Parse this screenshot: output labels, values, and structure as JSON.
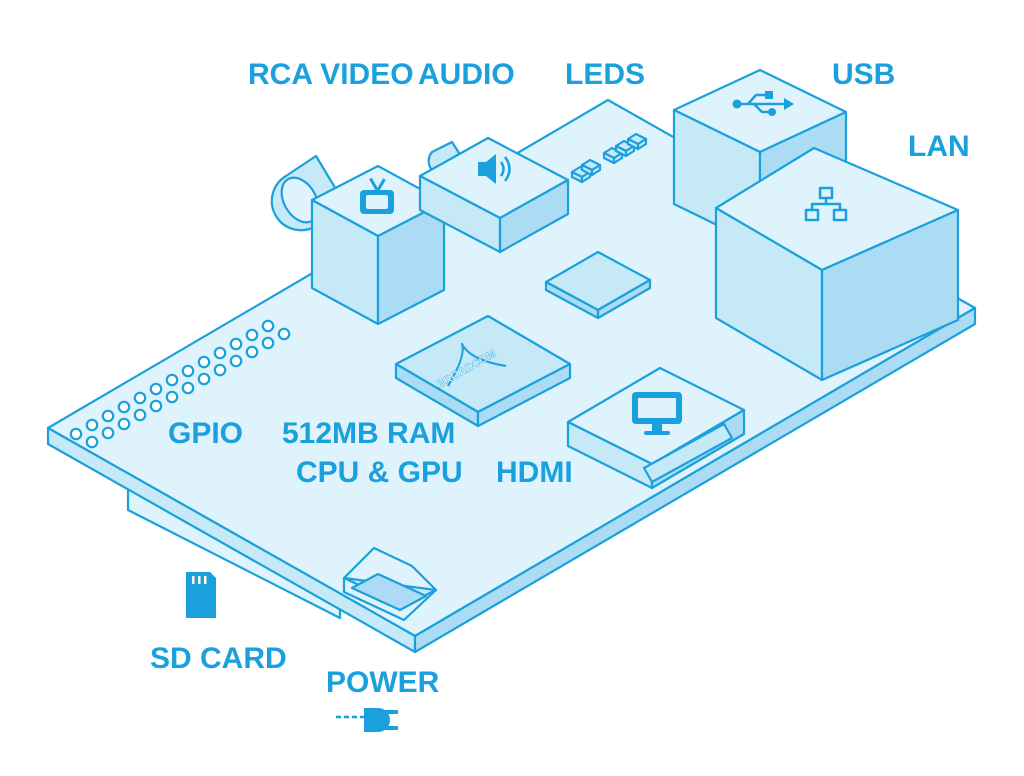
{
  "colors": {
    "accent": "#1aa0dc",
    "fill_light": "#dff3fc",
    "fill_mid": "#c6e9f8",
    "fill_dark": "#abdcf3"
  },
  "labels": {
    "rca_video": "RCA VIDEO",
    "audio": "AUDIO",
    "leds": "LEDS",
    "usb": "USB",
    "lan": "LAN",
    "gpio": "GPIO",
    "ram_line1": "512MB RAM",
    "ram_line2": "CPU & GPU",
    "hdmi": "HDMI",
    "sd_card": "SD CARD",
    "power": "POWER",
    "chip_logo": "BROADCOM"
  },
  "icons": {
    "rca_video": "tv-icon",
    "audio": "speaker-icon",
    "usb": "usb-icon",
    "lan": "network-icon",
    "hdmi": "monitor-icon",
    "sd_card": "sd-card-icon",
    "power": "power-plug-icon"
  }
}
